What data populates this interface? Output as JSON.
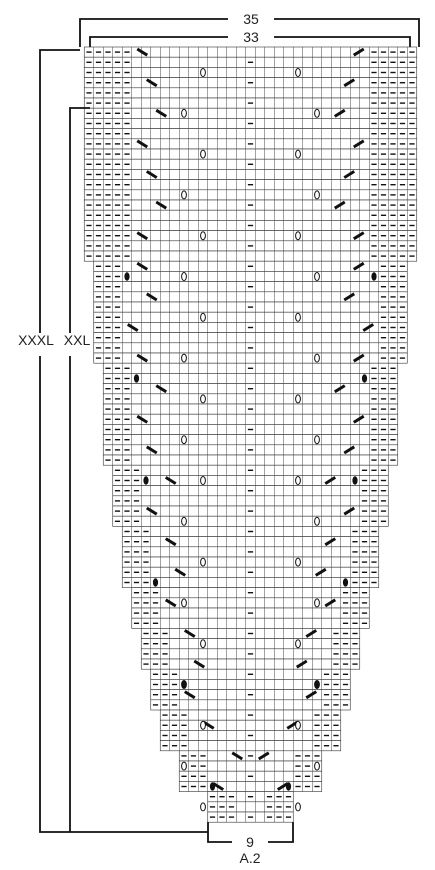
{
  "labels": {
    "top_width_outer": "35",
    "top_width_inner": "33",
    "bottom_width": "9",
    "chart_name": "A.2",
    "size_xxxl": "XXXL",
    "size_xxl": "XXL"
  },
  "chart": {
    "total_rows": 76,
    "bottom_stitches": 9,
    "symbols": [
      "purl-dash",
      "yarn-over-oval",
      "decrease-slash",
      "knot-dot"
    ]
  }
}
